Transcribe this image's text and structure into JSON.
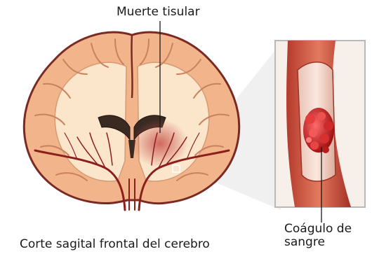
{
  "labels": {
    "tissue_death": "Muerte tisular",
    "section": "Corte sagital frontal del cerebro",
    "clot_line1": "Coágulo de",
    "clot_line2": "sangre"
  },
  "colors": {
    "brain_outline": "#7a2a22",
    "cortex": "#f2b48a",
    "white_matter": "#fbe6cc",
    "artery": "#8a1f1c",
    "vessel_wall": "#c64a38",
    "clot": "#d12a2a",
    "inset_border": "#b9b9b9",
    "infarct": "#c9524a"
  },
  "icons": [
    "brain-cross-section",
    "artery-inset",
    "blood-clot"
  ]
}
